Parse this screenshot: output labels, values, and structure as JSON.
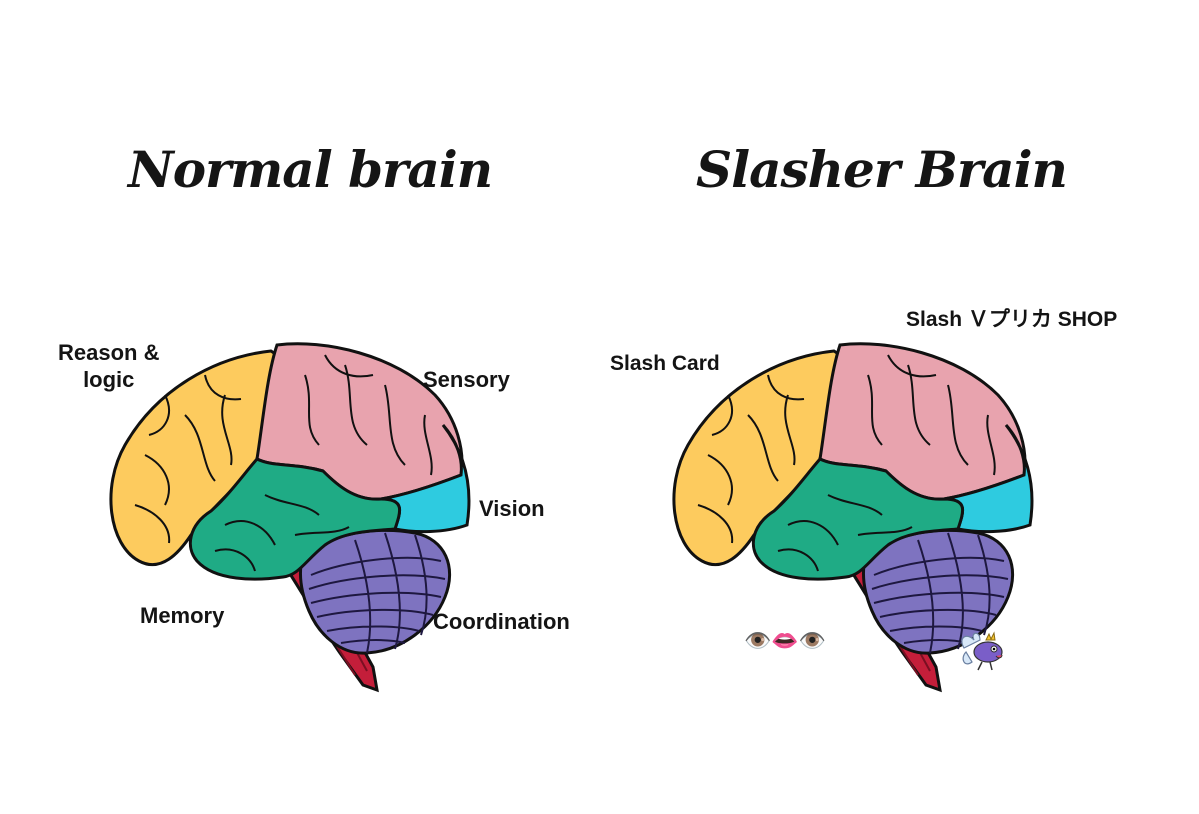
{
  "left": {
    "title": "Normal brain",
    "labels": {
      "reason_line1": "Reason &",
      "reason_line2": "logic",
      "sensory": "Sensory",
      "vision": "Vision",
      "memory": "Memory",
      "coordination": "Coordination"
    }
  },
  "right": {
    "title": "Slasher Brain",
    "labels": {
      "slash_card": "Slash Card",
      "shop": "Slash Ｖプリカ SHOP",
      "face_emoji": "👁️👄👁️"
    }
  },
  "colors": {
    "frontal": "#FDCB5E",
    "parietal": "#E8A3AE",
    "occipital": "#2ECBE0",
    "temporal": "#1FAB85",
    "cerebellum": "#7E73C0",
    "brainstem": "#C41E3A",
    "outline": "#111111"
  },
  "icons": [
    "brain-illustration",
    "winged-fairy-sticker"
  ]
}
